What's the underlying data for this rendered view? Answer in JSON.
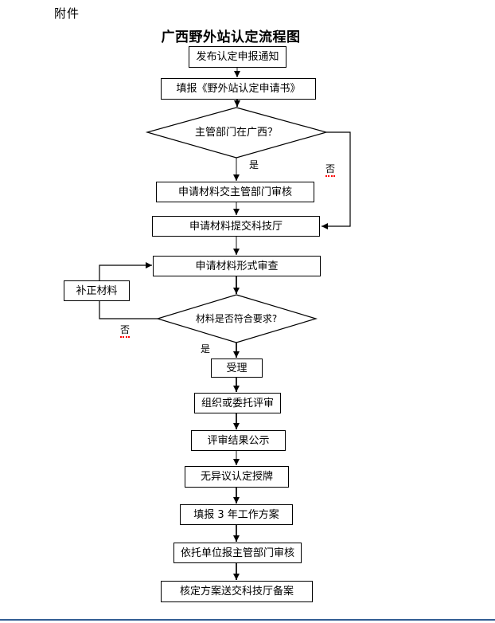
{
  "document": {
    "attachment_label": "附件",
    "title": "广西野外站认定流程图"
  },
  "flowchart": {
    "nodes": [
      {
        "label": "发布认定申报通知",
        "type": "process"
      },
      {
        "label": "填报《野外站认定申请书》",
        "type": "process"
      },
      {
        "label": "主管部门在广西？",
        "type": "decision"
      },
      {
        "label": "申请材料交主管部门审核",
        "type": "process"
      },
      {
        "label": "申请材料提交科技厅",
        "type": "process"
      },
      {
        "label": "申请材料形式审查",
        "type": "process"
      },
      {
        "label": "补正材料",
        "type": "process"
      },
      {
        "label": "材料是否符合要求?",
        "type": "decision"
      },
      {
        "label": "受理",
        "type": "process"
      },
      {
        "label": "组织或委托评审",
        "type": "process"
      },
      {
        "label": "评审结果公示",
        "type": "process"
      },
      {
        "label": "无异议认定授牌",
        "type": "process"
      },
      {
        "label": "填报 3 年工作方案",
        "type": "process"
      },
      {
        "label": "依托单位报主管部门审核",
        "type": "process"
      },
      {
        "label": "核定方案送交科技厅备案",
        "type": "process"
      }
    ],
    "edge_labels": {
      "dept_yes": "是",
      "dept_no": "否",
      "materials_yes": "是",
      "materials_no": "否"
    }
  },
  "colors": {
    "box_border": "#000000",
    "connector_gray": "#8a8a8a",
    "connector_black": "#262626",
    "spellcheck_underline": "#ff0000",
    "bottom_rule": "#335e94"
  }
}
